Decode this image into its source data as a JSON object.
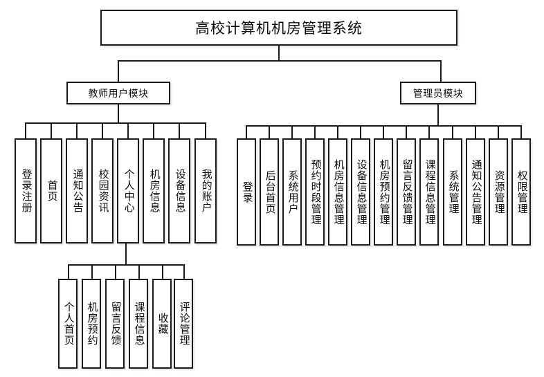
{
  "diagram": {
    "title": "高校计算机机房管理系统",
    "type": "system-architecture-tree",
    "background_color": "#ffffff",
    "line_color": "#1b1b1b",
    "box_fill": "#ffffff",
    "modules": [
      {
        "label": "教师用户模块"
      },
      {
        "label": "管理员模块"
      }
    ],
    "teacher_items": [
      {
        "label": "登录注册"
      },
      {
        "label": "首页"
      },
      {
        "label": "通知公告"
      },
      {
        "label": "校园资讯"
      },
      {
        "label": "个人中心"
      },
      {
        "label": "机房信息"
      },
      {
        "label": "设备信息"
      },
      {
        "label": "我的账户"
      }
    ],
    "personal_center_items": [
      {
        "label": "个人首页"
      },
      {
        "label": "机房预约"
      },
      {
        "label": "留言反馈"
      },
      {
        "label": "课程信息"
      },
      {
        "label": "收藏"
      },
      {
        "label": "评论管理"
      }
    ],
    "admin_items": [
      {
        "label": "登录"
      },
      {
        "label": "后台首页"
      },
      {
        "label": "系统用户"
      },
      {
        "label": "预约时段管理"
      },
      {
        "label": "机房信息管理"
      },
      {
        "label": "设备信息管理"
      },
      {
        "label": "机房预约管理"
      },
      {
        "label": "留言反馈管理"
      },
      {
        "label": "课程信息管理"
      },
      {
        "label": "系统管理"
      },
      {
        "label": "通知公告管理"
      },
      {
        "label": "资源管理"
      },
      {
        "label": "权限管理"
      }
    ]
  }
}
